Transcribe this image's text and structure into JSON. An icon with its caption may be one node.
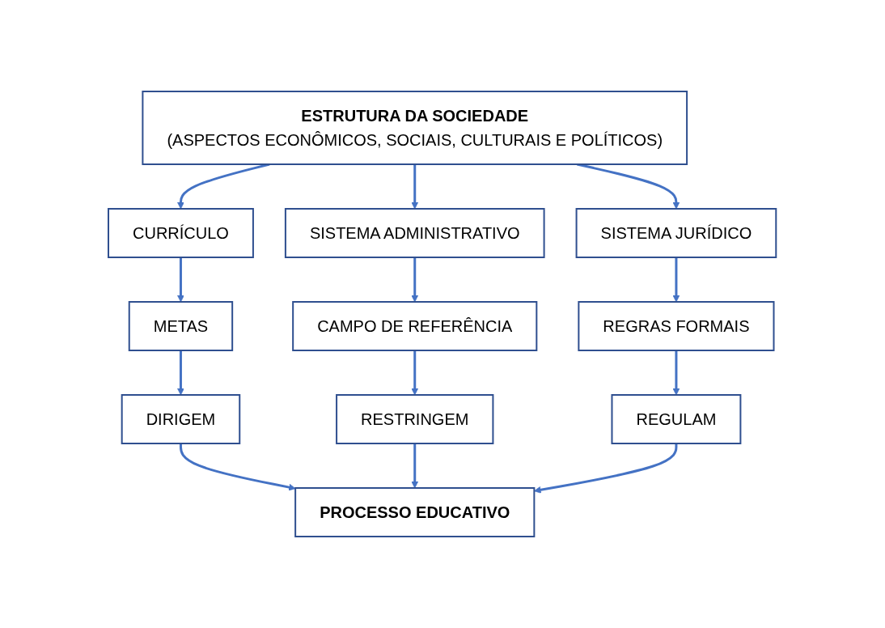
{
  "diagram": {
    "nodes": [
      {
        "text": [
          "ESTRUTURA DA SOCIEDADE",
          "(ASPECTOS ECONÔMICOS, SOCIAIS, CULTURAIS E POLÍTICOS)"
        ]
      },
      {
        "text": [
          "CURRÍCULO"
        ]
      },
      {
        "text": [
          "SISTEMA ADMINISTRATIVO"
        ]
      },
      {
        "text": [
          "SISTEMA JURÍDICO"
        ]
      },
      {
        "text": [
          "METAS"
        ]
      },
      {
        "text": [
          "CAMPO DE REFERÊNCIA"
        ]
      },
      {
        "text": [
          "REGRAS FORMAIS"
        ]
      },
      {
        "text": [
          "DIRIGEM"
        ]
      },
      {
        "text": [
          "RESTRINGEM"
        ]
      },
      {
        "text": [
          "REGULAM"
        ]
      },
      {
        "text": [
          "PROCESSO EDUCATIVO"
        ]
      }
    ],
    "edges": [
      {
        "from": 0,
        "to": 1,
        "arrow": "to"
      },
      {
        "from": 0,
        "to": 2,
        "arrow": "to"
      },
      {
        "from": 0,
        "to": 3,
        "arrow": "to"
      },
      {
        "from": 1,
        "to": 4,
        "arrow": "to"
      },
      {
        "from": 2,
        "to": 5,
        "arrow": "to"
      },
      {
        "from": 3,
        "to": 6,
        "arrow": "to"
      },
      {
        "from": 4,
        "to": 7,
        "arrow": "to"
      },
      {
        "from": 5,
        "to": 8,
        "arrow": "to"
      },
      {
        "from": 6,
        "to": 9,
        "arrow": "to"
      },
      {
        "from": 7,
        "to": 10,
        "arrow": "to"
      },
      {
        "from": 8,
        "to": 10,
        "arrow": "to"
      },
      {
        "from": 9,
        "to": 10,
        "arrow": "to"
      }
    ]
  }
}
